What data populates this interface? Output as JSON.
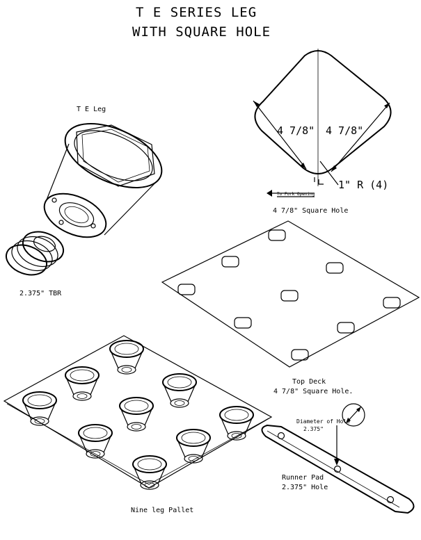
{
  "title": {
    "line1": "T E  SERIES LEG",
    "line2": "WITH SQUARE HOLE"
  },
  "labels": {
    "te_leg": "T E Leg",
    "tbr": "2.375\" TBR",
    "dim_left": "4  7/8\"",
    "dim_right": "4  7/8\"",
    "radius": "1\" R (4)",
    "fork_opening": "To Fork Opening",
    "square_hole": "4 7/8\" Square Hole",
    "top_deck_line1": "Top Deck",
    "top_deck_line2": "4  7/8\" Square Hole.",
    "diameter_line1": "Diameter of Hole",
    "diameter_line2": "2.375\"",
    "runner_line1": "Runner Pad",
    "runner_line2": "2.375\" Hole",
    "nine_leg": "Nine leg Pallet"
  }
}
